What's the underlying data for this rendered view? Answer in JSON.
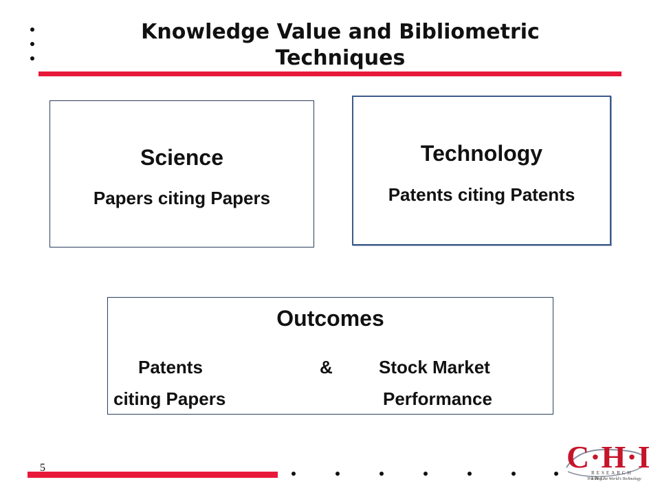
{
  "title": "Knowledge Value and Bibliometric Techniques",
  "colors": {
    "accent": "#e8183a",
    "box_border": "#2b3d5c",
    "logo": "#c6152b"
  },
  "boxes": {
    "science": {
      "heading": "Science",
      "subtext": "Papers citing Papers"
    },
    "technology": {
      "heading": "Technology",
      "subtext": "Patents citing Patents"
    },
    "outcomes": {
      "heading": "Outcomes",
      "left_line1": "Patents",
      "amp": "&",
      "right_line1": "Stock Market",
      "left_line2": "citing Papers",
      "right_line2": "Performance"
    }
  },
  "footer": {
    "page_number": "5",
    "logo": {
      "mark": "C·H·I",
      "research": "RESEARCH INC",
      "tagline": "Tracking the World's Technology"
    }
  }
}
